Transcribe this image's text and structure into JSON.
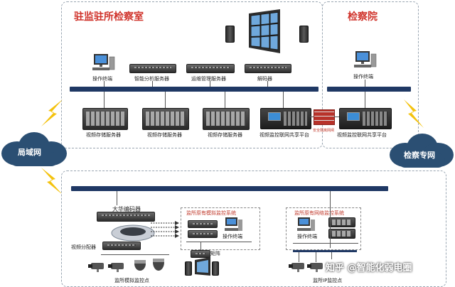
{
  "top_left": {
    "title": "驻监驻所检察室",
    "devices": {
      "operator": "操作终端",
      "intelligent_analysis_server": "智能分析服务器",
      "ops_management_server": "运维管理服务器",
      "decoder": "解码器",
      "storage_servers": [
        "视频存储服务器",
        "视频存储服务器",
        "视频存储服务器"
      ],
      "platform": "视频监控联网共享平台",
      "firewall": "安全隔离网闸"
    }
  },
  "top_right": {
    "title": "检察院",
    "devices": {
      "operator": "操作终端",
      "platform": "视频监控联网共享平台"
    }
  },
  "clouds": {
    "lan": "局域网",
    "procuratorate_net": "检察专网"
  },
  "bottom": {
    "encoder": "大华编码器",
    "splitter": "视频分配器",
    "analog_points": "监所模拟监控点",
    "analog_system_title": "监所原有模拟监控系统",
    "analog_operator": "操作终端",
    "matrix": "矩阵",
    "network_system_title": "监所原有网络监控系统",
    "network_operator": "操作终端",
    "ip_points": "监所IP监控点"
  },
  "watermark": "知乎 @智能化弱电圈",
  "colors": {
    "bus": "#1f3864",
    "title_red": "#d0342c",
    "cloud": "#2b4f73",
    "bolt": "#f4c20d"
  }
}
